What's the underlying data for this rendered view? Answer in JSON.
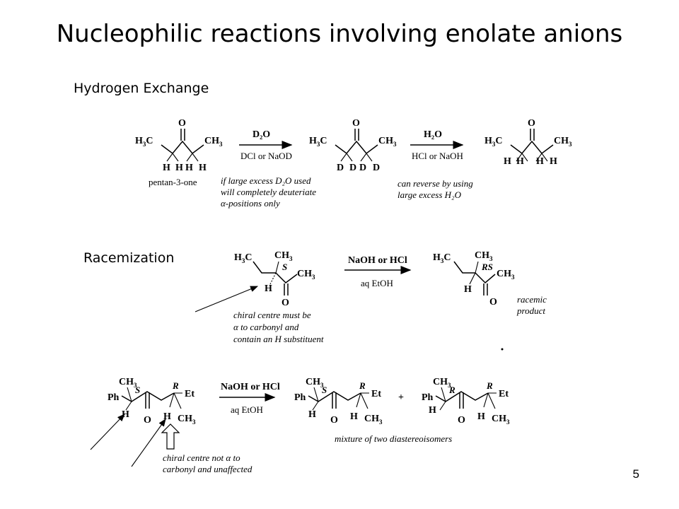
{
  "title": "Nucleophilic reactions involving enolate anions",
  "sections": {
    "hydrogen_exchange": "Hydrogen Exchange",
    "racemization": "Racemization"
  },
  "page_number": "5",
  "scheme1": {
    "compound_name": "pentan-3-one",
    "arrow1_top": "D₂O",
    "arrow1_bottom": "DCl or NaOD",
    "arrow2_top": "H₂O",
    "arrow2_bottom": "HCl or NaOH",
    "note1": [
      "if large excess D₂O used",
      "will completely deuteriate",
      "α-positions only"
    ],
    "note2": [
      "can reverse by using",
      "large excess H₂O"
    ]
  },
  "scheme2": {
    "arrow_top": "NaOH or HCl",
    "arrow_bottom": "aq EtOH",
    "reactant_config": "S",
    "product_config": "RS",
    "product_note": [
      "racemic",
      "product"
    ],
    "note": [
      "chiral centre must be",
      "α to carbonyl and",
      "contain an H substituent"
    ]
  },
  "scheme3": {
    "arrow_top": "NaOH or HCl",
    "arrow_bottom": "aq EtOH",
    "plus": "+",
    "caption": "mixture of two diastereoisomers",
    "note": [
      "chiral centre not α to",
      "carbonyl and unaffected"
    ]
  }
}
